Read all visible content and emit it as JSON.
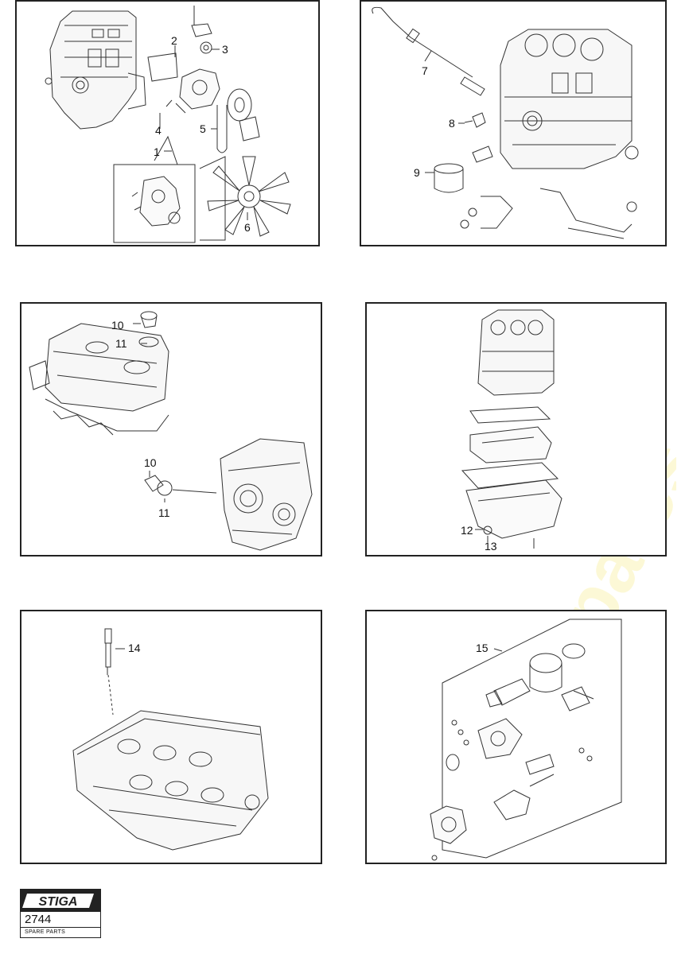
{
  "watermark_text": "stigaspares.co.uk",
  "panels": [
    {
      "id": "cooling",
      "callouts": [
        "1",
        "2",
        "3",
        "4",
        "5",
        "6"
      ]
    },
    {
      "id": "lubrication",
      "callouts": [
        "7",
        "8",
        "9"
      ]
    },
    {
      "id": "covers",
      "callouts": [
        "10",
        "11",
        "10",
        "11"
      ]
    },
    {
      "id": "oil-pan",
      "callouts": [
        "12",
        "13"
      ]
    },
    {
      "id": "cylinder-head",
      "callouts": [
        "14"
      ]
    },
    {
      "id": "starter",
      "callouts": [
        "15"
      ]
    }
  ],
  "footer": {
    "brand": "STIGA",
    "catalog_number": "2744",
    "subtitle": "SPARE PARTS"
  },
  "colors": {
    "line": "#222222",
    "watermark": "#f3e24a"
  }
}
